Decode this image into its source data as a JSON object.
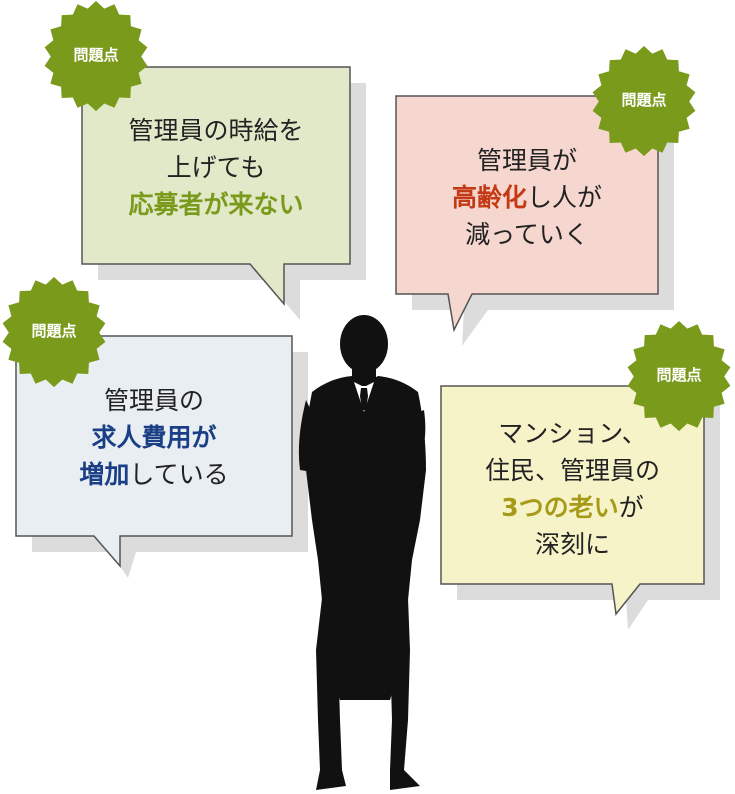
{
  "colors": {
    "green": "#7a9a1c",
    "red": "#c43a14",
    "blue": "#1b3f86",
    "olive": "#a69a18",
    "bubble_green_fill": "#e1e9c8",
    "bubble_red_fill": "#f6d7cf",
    "bubble_blue_fill": "#e8eef2",
    "bubble_yellow_fill": "#f7f3c9"
  },
  "badge_label": "問題点",
  "bubbles": {
    "wage": {
      "line1": "管理員の時給を",
      "line2": "上げても",
      "line3": "応募者が来ない"
    },
    "aging": {
      "line1": "管理員が",
      "line2_highlight": "高齢化",
      "line2_rest": "し人が",
      "line3": "減っていく"
    },
    "cost": {
      "line1": "管理員の",
      "line2": "求人費用が",
      "line3_highlight": "増加",
      "line3_rest": "している"
    },
    "triple": {
      "line1": "マンション、",
      "line2": "住民、管理員の",
      "line3_highlight": "3つの老い",
      "line3_rest": "が",
      "line4": "深刻に"
    }
  }
}
